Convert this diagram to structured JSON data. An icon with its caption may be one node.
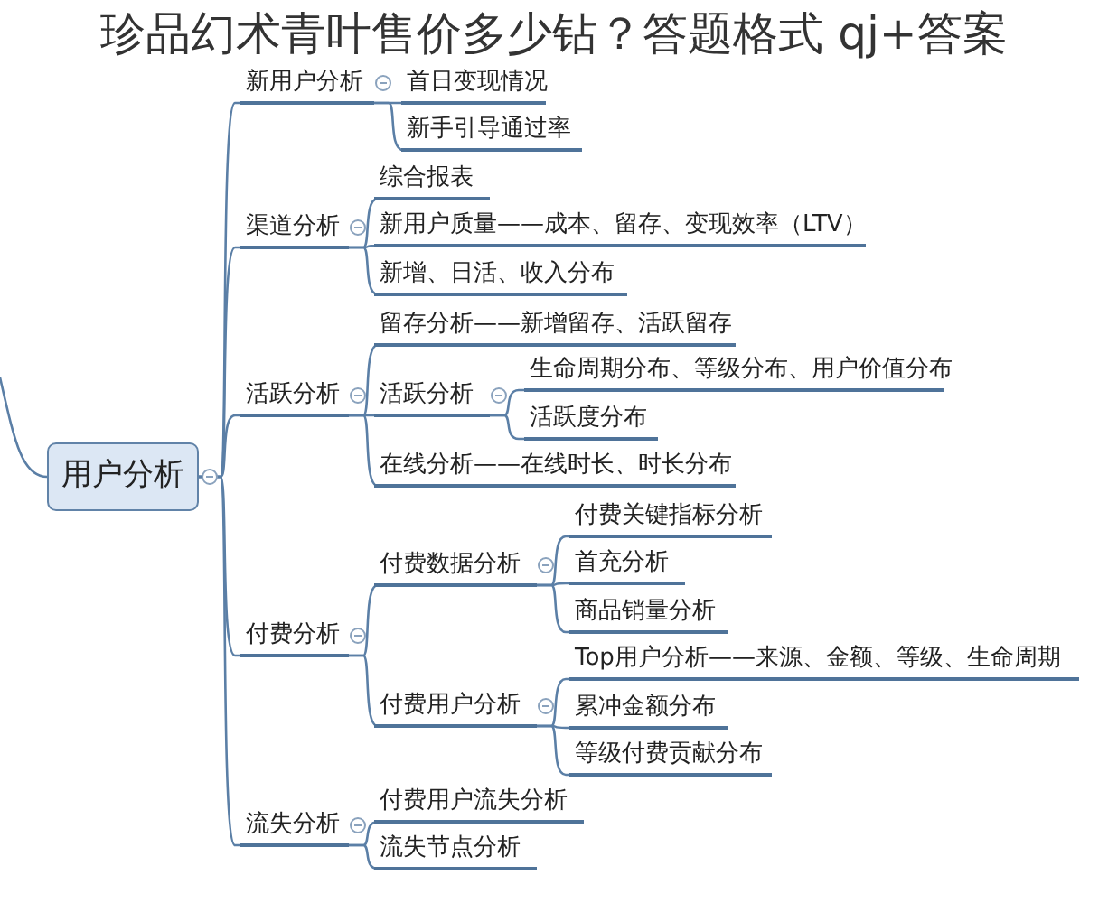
{
  "diagram": {
    "title": "珍品幻术青叶售价多少钻？答题格式 qj+答案",
    "nodes": [
      {
        "text": [
          "用户分析"
        ]
      },
      {
        "text": [
          "新用户分析"
        ]
      },
      {
        "text": [
          "首日变现情况"
        ]
      },
      {
        "text": [
          "新手引导通过率"
        ]
      },
      {
        "text": [
          "渠道分析"
        ]
      },
      {
        "text": [
          "综合报表"
        ]
      },
      {
        "text": [
          "新用户质量——成本、留存、变现效率（LTV）"
        ]
      },
      {
        "text": [
          "新增、日活、收入分布"
        ]
      },
      {
        "text": [
          "活跃分析"
        ]
      },
      {
        "text": [
          "留存分析——新增留存、活跃留存"
        ]
      },
      {
        "text": [
          "活跃分析"
        ]
      },
      {
        "text": [
          "生命周期分布、等级分布、用户价值分布"
        ]
      },
      {
        "text": [
          "活跃度分布"
        ]
      },
      {
        "text": [
          "在线分析——在线时长、时长分布"
        ]
      },
      {
        "text": [
          "付费分析"
        ]
      },
      {
        "text": [
          "付费数据分析"
        ]
      },
      {
        "text": [
          "付费关键指标分析"
        ]
      },
      {
        "text": [
          "首充分析"
        ]
      },
      {
        "text": [
          "商品销量分析"
        ]
      },
      {
        "text": [
          "付费用户分析"
        ]
      },
      {
        "text": [
          "Top用户分析——来源、金额、等级、生命周期"
        ]
      },
      {
        "text": [
          "累冲金额分布"
        ]
      },
      {
        "text": [
          "等级付费贡献分布"
        ]
      },
      {
        "text": [
          "流失分析"
        ]
      },
      {
        "text": [
          "付费用户流失分析"
        ]
      },
      {
        "text": [
          "流失节点分析"
        ]
      }
    ],
    "edges": [
      {
        "from": null,
        "to": 0,
        "arrow": "none"
      },
      {
        "from": 0,
        "to": 1,
        "arrow": "none"
      },
      {
        "from": 1,
        "to": 2,
        "arrow": "none"
      },
      {
        "from": 1,
        "to": 3,
        "arrow": "none"
      },
      {
        "from": 0,
        "to": 4,
        "arrow": "none"
      },
      {
        "from": 4,
        "to": 5,
        "arrow": "none"
      },
      {
        "from": 4,
        "to": 6,
        "arrow": "none"
      },
      {
        "from": 4,
        "to": 7,
        "arrow": "none"
      },
      {
        "from": 0,
        "to": 8,
        "arrow": "none"
      },
      {
        "from": 8,
        "to": 9,
        "arrow": "none"
      },
      {
        "from": 8,
        "to": 10,
        "arrow": "none"
      },
      {
        "from": 10,
        "to": 11,
        "arrow": "none"
      },
      {
        "from": 10,
        "to": 12,
        "arrow": "none"
      },
      {
        "from": 8,
        "to": 13,
        "arrow": "none"
      },
      {
        "from": 0,
        "to": 14,
        "arrow": "none"
      },
      {
        "from": 14,
        "to": 15,
        "arrow": "none"
      },
      {
        "from": 15,
        "to": 16,
        "arrow": "none"
      },
      {
        "from": 15,
        "to": 17,
        "arrow": "none"
      },
      {
        "from": 15,
        "to": 18,
        "arrow": "none"
      },
      {
        "from": 14,
        "to": 19,
        "arrow": "none"
      },
      {
        "from": 19,
        "to": 20,
        "arrow": "none"
      },
      {
        "from": 19,
        "to": 21,
        "arrow": "none"
      },
      {
        "from": 19,
        "to": 22,
        "arrow": "none"
      },
      {
        "from": 0,
        "to": 23,
        "arrow": "none"
      },
      {
        "from": 23,
        "to": 24,
        "arrow": "none"
      },
      {
        "from": 23,
        "to": 25,
        "arrow": "none"
      }
    ]
  }
}
